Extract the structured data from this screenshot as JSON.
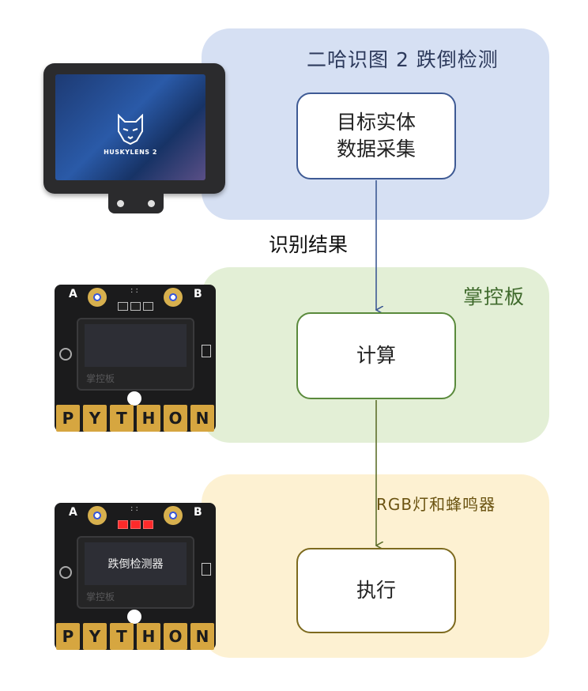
{
  "panels": [
    {
      "title": "二哈识图 2 跌倒检测",
      "color": "#d6e0f3"
    },
    {
      "title": "掌控板",
      "color": "#e3efd6"
    },
    {
      "title": "",
      "color": "#fdf1d2"
    }
  ],
  "boxes": [
    {
      "label": "目标实体\n数据采集"
    },
    {
      "label": "计算"
    },
    {
      "label": "执行"
    }
  ],
  "edges": [
    {
      "label": "识别结果",
      "color": "#3e5a94"
    },
    {
      "label": "RGB灯和蜂鸣器",
      "color": "#6b5a1a"
    }
  ],
  "devices": {
    "huskylens": {
      "brand": "HUSKYLENS 2"
    },
    "board_top": {
      "pin_a": "A",
      "pin_b": "B",
      "brand": "掌控板",
      "screen_text": "",
      "leds_on": false,
      "edge_letters": [
        "P",
        "Y",
        "T",
        "H",
        "O",
        "N"
      ]
    },
    "board_bottom": {
      "pin_a": "A",
      "pin_b": "B",
      "brand": "掌控板",
      "screen_text": "跌倒检测器",
      "leds_on": true,
      "edge_letters": [
        "P",
        "Y",
        "T",
        "H",
        "O",
        "N"
      ]
    }
  }
}
